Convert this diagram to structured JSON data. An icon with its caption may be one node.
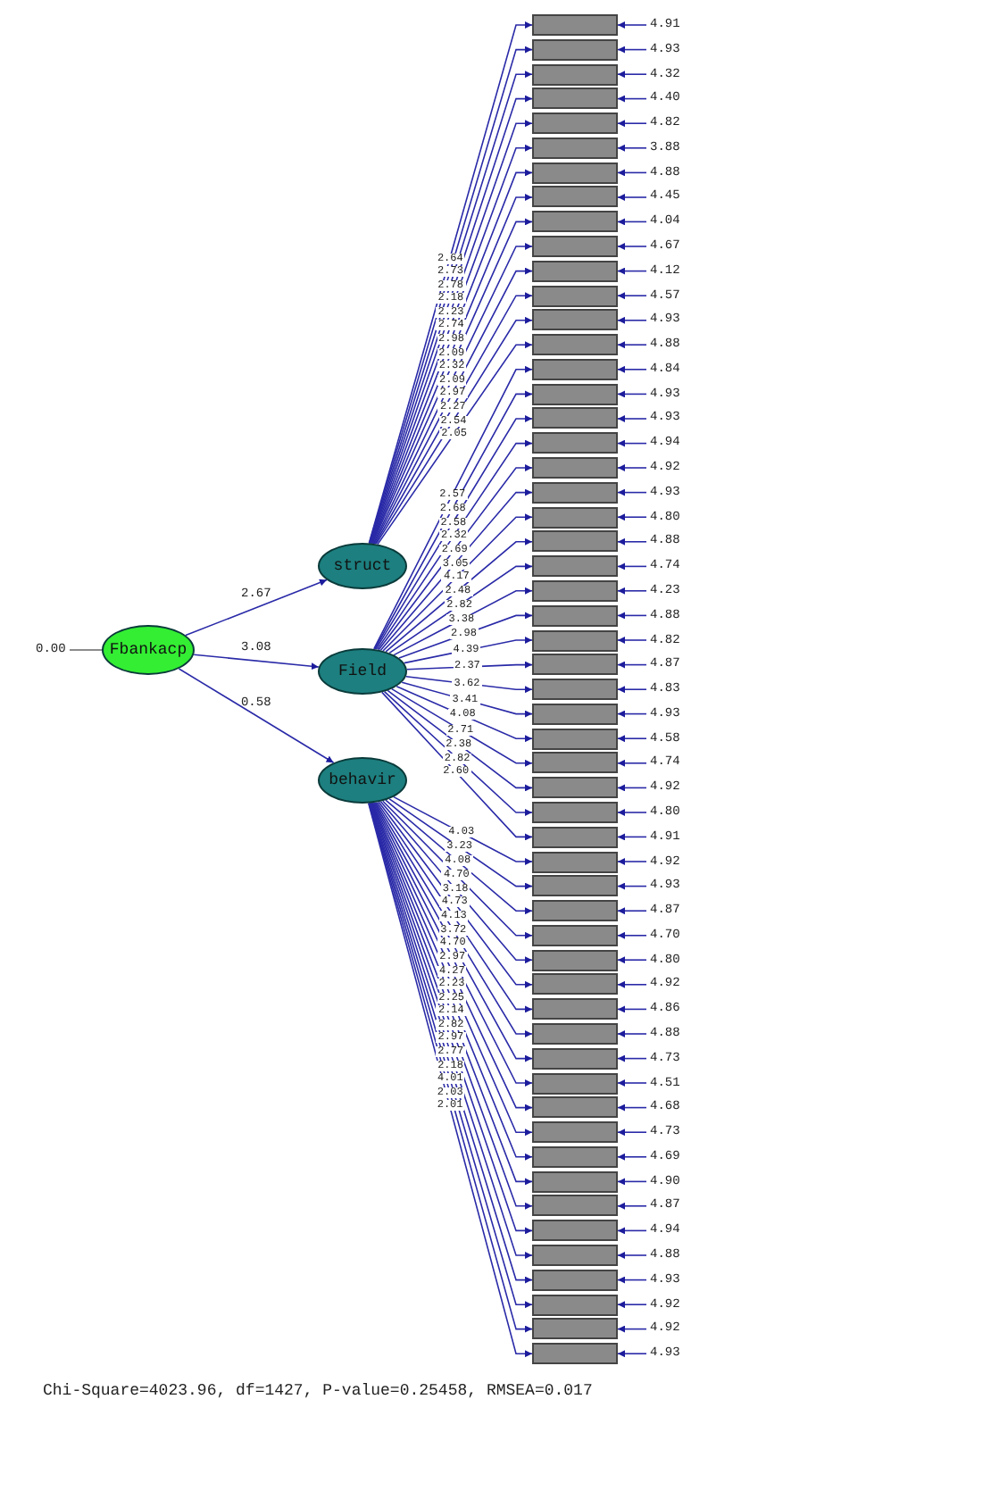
{
  "diagram": {
    "nodes": [
      {
        "text": [
          "Fbankacp"
        ]
      },
      {
        "text": [
          "struct"
        ]
      },
      {
        "text": [
          "Field"
        ]
      },
      {
        "text": [
          "behavir"
        ]
      },
      {
        "text": [],
        "shape": "box"
      },
      {
        "text": [],
        "shape": "box"
      },
      {
        "text": [],
        "shape": "box"
      },
      {
        "text": [],
        "shape": "box"
      },
      {
        "text": [],
        "shape": "box"
      },
      {
        "text": [],
        "shape": "box"
      },
      {
        "text": [],
        "shape": "box"
      },
      {
        "text": [],
        "shape": "box"
      },
      {
        "text": [],
        "shape": "box"
      },
      {
        "text": [],
        "shape": "box"
      },
      {
        "text": [],
        "shape": "box"
      },
      {
        "text": [],
        "shape": "box"
      },
      {
        "text": [],
        "shape": "box"
      },
      {
        "text": [],
        "shape": "box"
      },
      {
        "text": [],
        "shape": "box"
      },
      {
        "text": [],
        "shape": "box"
      },
      {
        "text": [],
        "shape": "box"
      },
      {
        "text": [],
        "shape": "box"
      },
      {
        "text": [],
        "shape": "box"
      },
      {
        "text": [],
        "shape": "box"
      },
      {
        "text": [],
        "shape": "box"
      },
      {
        "text": [],
        "shape": "box"
      },
      {
        "text": [],
        "shape": "box"
      },
      {
        "text": [],
        "shape": "box"
      },
      {
        "text": [],
        "shape": "box"
      },
      {
        "text": [],
        "shape": "box"
      },
      {
        "text": [],
        "shape": "box"
      },
      {
        "text": [],
        "shape": "box"
      },
      {
        "text": [],
        "shape": "box"
      },
      {
        "text": [],
        "shape": "box"
      },
      {
        "text": [],
        "shape": "box"
      },
      {
        "text": [],
        "shape": "box"
      },
      {
        "text": [],
        "shape": "box"
      },
      {
        "text": [],
        "shape": "box"
      },
      {
        "text": [],
        "shape": "box"
      },
      {
        "text": [],
        "shape": "box"
      },
      {
        "text": [],
        "shape": "box"
      },
      {
        "text": [],
        "shape": "box"
      },
      {
        "text": [],
        "shape": "box"
      },
      {
        "text": [],
        "shape": "box"
      },
      {
        "text": [],
        "shape": "box"
      },
      {
        "text": [],
        "shape": "box"
      },
      {
        "text": [],
        "shape": "box"
      },
      {
        "text": [],
        "shape": "box"
      },
      {
        "text": [],
        "shape": "box"
      },
      {
        "text": [],
        "shape": "box"
      },
      {
        "text": [],
        "shape": "box"
      },
      {
        "text": [],
        "shape": "box"
      },
      {
        "text": [],
        "shape": "box"
      },
      {
        "text": [],
        "shape": "box"
      },
      {
        "text": [],
        "shape": "box"
      },
      {
        "text": [],
        "shape": "box"
      },
      {
        "text": [],
        "shape": "box"
      },
      {
        "text": [],
        "shape": "box"
      },
      {
        "text": [],
        "shape": "box"
      }
    ],
    "edges": [
      {
        "from": null,
        "to": 0,
        "arrow": "none",
        "label": "0.00"
      },
      {
        "from": 0,
        "to": 1,
        "arrow": "to",
        "label": "2.67"
      },
      {
        "from": 0,
        "to": 2,
        "arrow": "to",
        "label": "3.08"
      },
      {
        "from": 0,
        "to": 3,
        "arrow": "to",
        "label": "0.58"
      },
      {
        "from": 1,
        "to": 4,
        "arrow": "to",
        "label": "2.64"
      },
      {
        "from": 1,
        "to": 5,
        "arrow": "to",
        "label": "2.73"
      },
      {
        "from": 1,
        "to": 6,
        "arrow": "to",
        "label": "2.78"
      },
      {
        "from": 1,
        "to": 7,
        "arrow": "to",
        "label": "2.18"
      },
      {
        "from": 1,
        "to": 8,
        "arrow": "to",
        "label": "2.23"
      },
      {
        "from": 1,
        "to": 9,
        "arrow": "to",
        "label": "2.74"
      },
      {
        "from": 1,
        "to": 10,
        "arrow": "to",
        "label": "2.98"
      },
      {
        "from": 1,
        "to": 11,
        "arrow": "to",
        "label": "2.09"
      },
      {
        "from": 1,
        "to": 12,
        "arrow": "to",
        "label": "2.32"
      },
      {
        "from": 1,
        "to": 13,
        "arrow": "to",
        "label": "2.09"
      },
      {
        "from": 1,
        "to": 14,
        "arrow": "to",
        "label": "2.97"
      },
      {
        "from": 1,
        "to": 15,
        "arrow": "to",
        "label": "2.27"
      },
      {
        "from": 1,
        "to": 16,
        "arrow": "to",
        "label": "2.54"
      },
      {
        "from": 1,
        "to": 17,
        "arrow": "to",
        "label": "2.05"
      },
      {
        "from": 2,
        "to": 18,
        "arrow": "to",
        "label": "2.57"
      },
      {
        "from": 2,
        "to": 19,
        "arrow": "to",
        "label": "2.68"
      },
      {
        "from": 2,
        "to": 20,
        "arrow": "to",
        "label": "2.58"
      },
      {
        "from": 2,
        "to": 21,
        "arrow": "to",
        "label": "2.32"
      },
      {
        "from": 2,
        "to": 22,
        "arrow": "to",
        "label": "2.69"
      },
      {
        "from": 2,
        "to": 23,
        "arrow": "to",
        "label": "3.05"
      },
      {
        "from": 2,
        "to": 24,
        "arrow": "to",
        "label": "4.17"
      },
      {
        "from": 2,
        "to": 25,
        "arrow": "to",
        "label": "2.48"
      },
      {
        "from": 2,
        "to": 26,
        "arrow": "to",
        "label": "2.82"
      },
      {
        "from": 2,
        "to": 27,
        "arrow": "to",
        "label": "3.38"
      },
      {
        "from": 2,
        "to": 28,
        "arrow": "to",
        "label": "2.98"
      },
      {
        "from": 2,
        "to": 29,
        "arrow": "to",
        "label": "4.39"
      },
      {
        "from": 2,
        "to": 30,
        "arrow": "to",
        "label": "2.37"
      },
      {
        "from": 2,
        "to": 31,
        "arrow": "to",
        "label": "3.62"
      },
      {
        "from": 2,
        "to": 32,
        "arrow": "to",
        "label": "3.41"
      },
      {
        "from": 2,
        "to": 33,
        "arrow": "to",
        "label": "4.08"
      },
      {
        "from": 2,
        "to": 34,
        "arrow": "to",
        "label": "2.71"
      },
      {
        "from": 2,
        "to": 35,
        "arrow": "to",
        "label": "2.38"
      },
      {
        "from": 2,
        "to": 36,
        "arrow": "to",
        "label": "2.82"
      },
      {
        "from": 2,
        "to": 37,
        "arrow": "to",
        "label": "2.60"
      },
      {
        "from": 3,
        "to": 38,
        "arrow": "to",
        "label": "4.03"
      },
      {
        "from": 3,
        "to": 39,
        "arrow": "to",
        "label": "3.23"
      },
      {
        "from": 3,
        "to": 40,
        "arrow": "to",
        "label": "4.08"
      },
      {
        "from": 3,
        "to": 41,
        "arrow": "to",
        "label": "4.70"
      },
      {
        "from": 3,
        "to": 42,
        "arrow": "to",
        "label": "3.18"
      },
      {
        "from": 3,
        "to": 43,
        "arrow": "to",
        "label": "4.73"
      },
      {
        "from": 3,
        "to": 44,
        "arrow": "to",
        "label": "4.13"
      },
      {
        "from": 3,
        "to": 45,
        "arrow": "to",
        "label": "3.72"
      },
      {
        "from": 3,
        "to": 46,
        "arrow": "to",
        "label": "4.70"
      },
      {
        "from": 3,
        "to": 47,
        "arrow": "to",
        "label": "2.97"
      },
      {
        "from": 3,
        "to": 48,
        "arrow": "to",
        "label": "4.27"
      },
      {
        "from": 3,
        "to": 49,
        "arrow": "to",
        "label": "2.23"
      },
      {
        "from": 3,
        "to": 50,
        "arrow": "to",
        "label": "2.25"
      },
      {
        "from": 3,
        "to": 51,
        "arrow": "to",
        "label": "2.14"
      },
      {
        "from": 3,
        "to": 52,
        "arrow": "to",
        "label": "2.82"
      },
      {
        "from": 3,
        "to": 53,
        "arrow": "to",
        "label": "2.97"
      },
      {
        "from": 3,
        "to": 54,
        "arrow": "to",
        "label": "2.77"
      },
      {
        "from": 3,
        "to": 55,
        "arrow": "to",
        "label": "2.18"
      },
      {
        "from": 3,
        "to": 56,
        "arrow": "to",
        "label": "4.01"
      },
      {
        "from": 3,
        "to": 57,
        "arrow": "to",
        "label": "2.03"
      },
      {
        "from": 3,
        "to": 58,
        "arrow": "to",
        "label": "2.01"
      },
      {
        "from": null,
        "to": 4,
        "arrow": "to",
        "label": "4.91"
      },
      {
        "from": null,
        "to": 5,
        "arrow": "to",
        "label": "4.93"
      },
      {
        "from": null,
        "to": 6,
        "arrow": "to",
        "label": "4.32"
      },
      {
        "from": null,
        "to": 7,
        "arrow": "to",
        "label": "4.40"
      },
      {
        "from": null,
        "to": 8,
        "arrow": "to",
        "label": "4.82"
      },
      {
        "from": null,
        "to": 9,
        "arrow": "to",
        "label": "3.88"
      },
      {
        "from": null,
        "to": 10,
        "arrow": "to",
        "label": "4.88"
      },
      {
        "from": null,
        "to": 11,
        "arrow": "to",
        "label": "4.45"
      },
      {
        "from": null,
        "to": 12,
        "arrow": "to",
        "label": "4.04"
      },
      {
        "from": null,
        "to": 13,
        "arrow": "to",
        "label": "4.67"
      },
      {
        "from": null,
        "to": 14,
        "arrow": "to",
        "label": "4.12"
      },
      {
        "from": null,
        "to": 15,
        "arrow": "to",
        "label": "4.57"
      },
      {
        "from": null,
        "to": 16,
        "arrow": "to",
        "label": "4.93"
      },
      {
        "from": null,
        "to": 17,
        "arrow": "to",
        "label": "4.88"
      },
      {
        "from": null,
        "to": 18,
        "arrow": "to",
        "label": "4.84"
      },
      {
        "from": null,
        "to": 19,
        "arrow": "to",
        "label": "4.93"
      },
      {
        "from": null,
        "to": 20,
        "arrow": "to",
        "label": "4.93"
      },
      {
        "from": null,
        "to": 21,
        "arrow": "to",
        "label": "4.94"
      },
      {
        "from": null,
        "to": 22,
        "arrow": "to",
        "label": "4.92"
      },
      {
        "from": null,
        "to": 23,
        "arrow": "to",
        "label": "4.93"
      },
      {
        "from": null,
        "to": 24,
        "arrow": "to",
        "label": "4.80"
      },
      {
        "from": null,
        "to": 25,
        "arrow": "to",
        "label": "4.88"
      },
      {
        "from": null,
        "to": 26,
        "arrow": "to",
        "label": "4.74"
      },
      {
        "from": null,
        "to": 27,
        "arrow": "to",
        "label": "4.23"
      },
      {
        "from": null,
        "to": 28,
        "arrow": "to",
        "label": "4.88"
      },
      {
        "from": null,
        "to": 29,
        "arrow": "to",
        "label": "4.82"
      },
      {
        "from": null,
        "to": 30,
        "arrow": "to",
        "label": "4.87"
      },
      {
        "from": null,
        "to": 31,
        "arrow": "to",
        "label": "4.83"
      },
      {
        "from": null,
        "to": 32,
        "arrow": "to",
        "label": "4.93"
      },
      {
        "from": null,
        "to": 33,
        "arrow": "to",
        "label": "4.58"
      },
      {
        "from": null,
        "to": 34,
        "arrow": "to",
        "label": "4.74"
      },
      {
        "from": null,
        "to": 35,
        "arrow": "to",
        "label": "4.92"
      },
      {
        "from": null,
        "to": 36,
        "arrow": "to",
        "label": "4.80"
      },
      {
        "from": null,
        "to": 37,
        "arrow": "to",
        "label": "4.91"
      },
      {
        "from": null,
        "to": 38,
        "arrow": "to",
        "label": "4.92"
      },
      {
        "from": null,
        "to": 39,
        "arrow": "to",
        "label": "4.93"
      },
      {
        "from": null,
        "to": 40,
        "arrow": "to",
        "label": "4.87"
      },
      {
        "from": null,
        "to": 41,
        "arrow": "to",
        "label": "4.70"
      },
      {
        "from": null,
        "to": 42,
        "arrow": "to",
        "label": "4.80"
      },
      {
        "from": null,
        "to": 43,
        "arrow": "to",
        "label": "4.92"
      },
      {
        "from": null,
        "to": 44,
        "arrow": "to",
        "label": "4.86"
      },
      {
        "from": null,
        "to": 45,
        "arrow": "to",
        "label": "4.88"
      },
      {
        "from": null,
        "to": 46,
        "arrow": "to",
        "label": "4.73"
      },
      {
        "from": null,
        "to": 47,
        "arrow": "to",
        "label": "4.51"
      },
      {
        "from": null,
        "to": 48,
        "arrow": "to",
        "label": "4.68"
      },
      {
        "from": null,
        "to": 49,
        "arrow": "to",
        "label": "4.73"
      },
      {
        "from": null,
        "to": 50,
        "arrow": "to",
        "label": "4.69"
      },
      {
        "from": null,
        "to": 51,
        "arrow": "to",
        "label": "4.90"
      },
      {
        "from": null,
        "to": 52,
        "arrow": "to",
        "label": "4.87"
      },
      {
        "from": null,
        "to": 53,
        "arrow": "to",
        "label": "4.94"
      },
      {
        "from": null,
        "to": 54,
        "arrow": "to",
        "label": "4.88"
      },
      {
        "from": null,
        "to": 55,
        "arrow": "to",
        "label": "4.93"
      },
      {
        "from": null,
        "to": 56,
        "arrow": "to",
        "label": "4.92"
      },
      {
        "from": null,
        "to": 57,
        "arrow": "to",
        "label": "4.92"
      },
      {
        "from": null,
        "to": 58,
        "arrow": "to",
        "label": "4.93"
      }
    ],
    "caption": "Chi-Square=4023.96, df=1427, P-value=0.25458, RMSEA=0.017"
  }
}
